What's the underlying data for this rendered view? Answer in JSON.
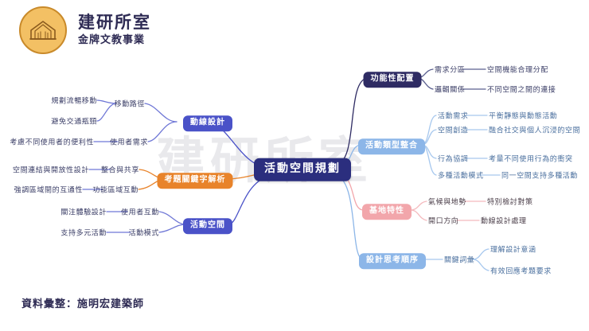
{
  "brand": {
    "title": "建研所室",
    "subtitle": "金牌文教事業",
    "logo_icon": "building-arch-icon",
    "logo_bg": "#f3c064",
    "logo_border": "#c98a2a",
    "text_color": "#2e2b54"
  },
  "watermark": {
    "text": "建研所室",
    "color": "#e9e9ec"
  },
  "credit": {
    "text": "資料彙整：施明宏建築師"
  },
  "mindmap": {
    "center": {
      "label": "活動空間規劃",
      "color": "#2b2e7e"
    },
    "left_branches": [
      {
        "label": "動線設計",
        "color": "#4a52c8",
        "children": [
          {
            "label": "移動路徑",
            "leaves": [
              "規劃流暢移動",
              "避免交通瓶頸"
            ]
          },
          {
            "label": "使用者需求",
            "leaves": [
              "考慮不同使用者的便利性"
            ]
          }
        ]
      },
      {
        "label": "考題關鍵字解析",
        "color": "#e8832a",
        "children": [
          {
            "label": "整合與共享",
            "leaves": [
              "空間連結與開放性設計"
            ]
          },
          {
            "label": "功能區域互動",
            "leaves": [
              "強調區域間的互通性"
            ]
          }
        ]
      },
      {
        "label": "活動空間",
        "color": "#4a52c8",
        "children": [
          {
            "label": "使用者互動",
            "leaves": [
              "關注體驗設計"
            ]
          },
          {
            "label": "活動模式",
            "leaves": [
              "支持多元活動"
            ]
          }
        ]
      }
    ],
    "right_branches": [
      {
        "label": "功能性配置",
        "color": "#2e2b63",
        "children": [
          {
            "label": "需求分區",
            "leaves": [
              "空間機能合理分配"
            ]
          },
          {
            "label": "邏輯關係",
            "leaves": [
              "不同空間之間的連接"
            ]
          }
        ]
      },
      {
        "label": "活動類型整合",
        "color": "#8cb6e8",
        "children": [
          {
            "label": "活動需求",
            "leaves": [
              "平衡靜態與動態活動"
            ]
          },
          {
            "label": "空間創造",
            "leaves": [
              "融合社交與個人沉浸的空間"
            ]
          },
          {
            "label": "行為協調",
            "leaves": [
              "考量不同使用行為的衝突"
            ]
          },
          {
            "label": "多種活動模式",
            "leaves": [
              "同一空間支持多種活動"
            ]
          }
        ]
      },
      {
        "label": "基地特性",
        "color": "#f2a6ab",
        "children": [
          {
            "label": "氣候與地勢",
            "leaves": [
              "特別檢討對策"
            ]
          },
          {
            "label": "開口方向",
            "leaves": [
              "動線設計處理"
            ]
          }
        ]
      },
      {
        "label": "設計思考順序",
        "color": "#8cb6e8",
        "children": [
          {
            "label": "關鍵詞彙",
            "leaves": [
              "理解設計意涵",
              "有效回應考題要求"
            ]
          }
        ]
      }
    ]
  }
}
